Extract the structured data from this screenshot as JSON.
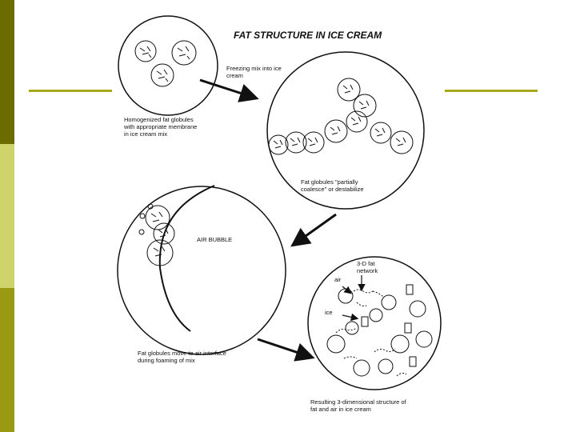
{
  "slide": {
    "accent_colors": {
      "bar_dark": "#6b6b00",
      "bar_mid": "#9a9a12",
      "bar_light": "#cfd36c",
      "rule": "#a9a81a"
    }
  },
  "diagram": {
    "title": "FAT STRUCTURE IN ICE CREAM",
    "captions": {
      "homogenized": [
        "Homogenized fat globules",
        "with appropriate membrane",
        "in ice cream mix"
      ],
      "freezing": [
        "Freezing mix into ice",
        "cream"
      ],
      "coalesce": [
        "Fat globules \"partially",
        "coalesce\" or destabilize"
      ],
      "air_bubble": "AIR BUBBLE",
      "interface": [
        "Fat globules move to air interface",
        "during foaming of mix"
      ],
      "network": [
        "3-D fat",
        "network"
      ],
      "air": "air",
      "ice": "ice",
      "resulting": [
        "Resulting 3-dimensional structure of",
        "fat and air in ice cream"
      ]
    }
  }
}
